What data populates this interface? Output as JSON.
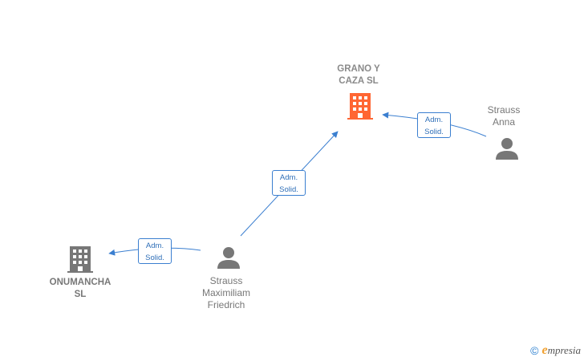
{
  "nodes": {
    "grano": {
      "label": "GRANO Y\nCAZA  SL",
      "color": "#ff6633"
    },
    "onumancha": {
      "label": "ONUMANCHA\nSL",
      "color": "#777777"
    },
    "strauss_anna": {
      "label": "Strauss\nAnna"
    },
    "strauss_max": {
      "label": "Strauss\nMaximiliam\nFriedrich"
    }
  },
  "edges": {
    "e1": {
      "line1": "Adm.",
      "line2": "Solid."
    },
    "e2": {
      "line1": "Adm.",
      "line2": "Solid."
    },
    "e3": {
      "line1": "Adm.",
      "line2": "Solid."
    }
  },
  "colors": {
    "edge": "#3b7fd0",
    "person": "#777777"
  },
  "footer": {
    "copyright": "©",
    "brand_e": "e",
    "brand_rest": "mpresia"
  }
}
